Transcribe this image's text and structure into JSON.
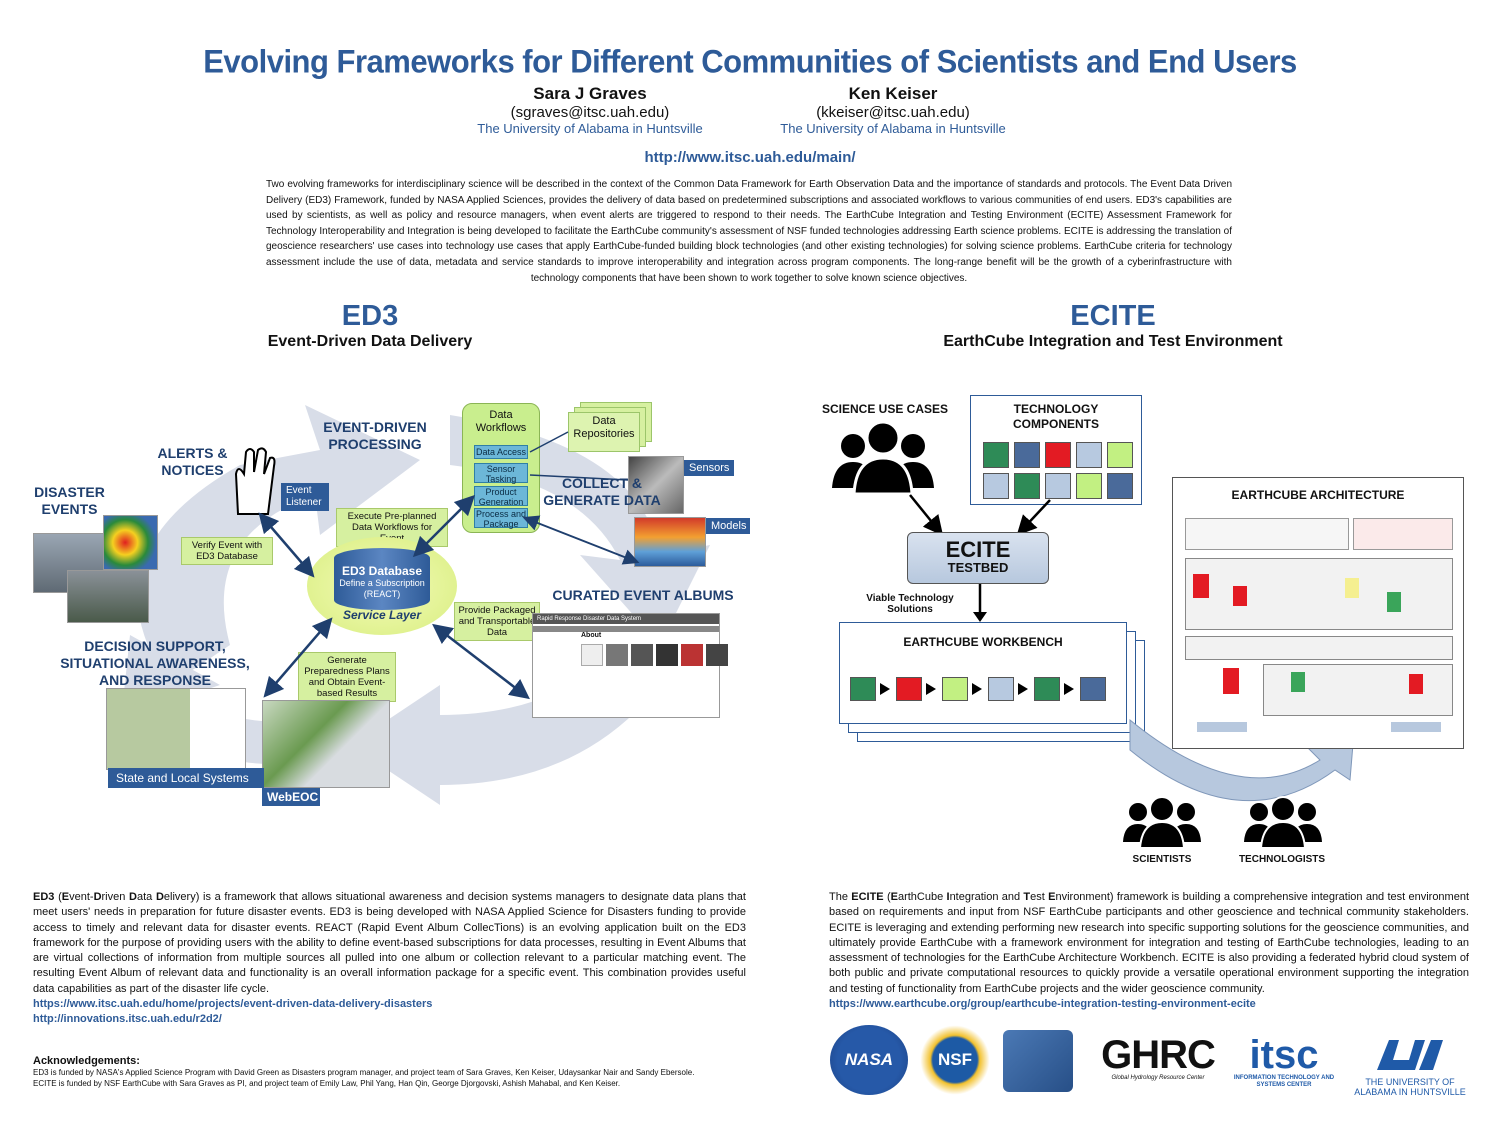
{
  "title": "Evolving Frameworks for Different Communities of Scientists and End Users",
  "authors": [
    {
      "name": "Sara J Graves",
      "email": "(sgraves@itsc.uah.edu)",
      "affiliation": "The University of Alabama in Huntsville"
    },
    {
      "name": "Ken Keiser",
      "email": "(kkeiser@itsc.uah.edu)",
      "affiliation": "The University of Alabama in Huntsville"
    }
  ],
  "url": "http://www.itsc.uah.edu/main/",
  "abstract": "Two evolving frameworks for interdisciplinary science will be described in the context of the Common Data Framework for Earth Observation Data and the importance of standards and protocols. The Event Data Driven Delivery (ED3) Framework, funded by NASA Applied Sciences, provides the delivery of data based on predetermined subscriptions and associated workflows to various communities of end users. ED3's capabilities are used by scientists, as well as policy and resource managers, when event alerts are triggered to respond to their needs. The EarthCube Integration and Testing Environment (ECITE) Assessment Framework for Technology Interoperability and Integration is being developed to facilitate the EarthCube community's assessment of NSF funded technologies addressing Earth science problems. ECITE is addressing the translation of geoscience researchers' use cases into technology use cases that apply EarthCube-funded building block technologies (and other existing technologies) for solving science problems. EarthCube criteria for technology assessment include the use of data, metadata and service standards to improve interoperability and integration across program components. The long-range benefit will be the growth of a cyberinfrastructure with technology components that have been shown to work together to solve known science objectives.",
  "ed3": {
    "heading": "ED3",
    "subheading": "Event-Driven Data Delivery",
    "diagram": {
      "disaster_events": "DISASTER EVENTS",
      "alerts": "ALERTS & NOTICES",
      "event_driven": "EVENT-DRIVEN PROCESSING",
      "event_listener": "Event Listener",
      "verify": "Verify Event with ED3 Database",
      "execute": "Execute Pre-planned Data Workflows for Event",
      "data_workflows": "Data Workflows",
      "wf_items": [
        "Data Access",
        "Sensor Tasking",
        "Product Generation",
        "Process and Package"
      ],
      "data_repositories": "Data Repositories",
      "sensors": "Sensors",
      "models": "Models",
      "collect": "COLLECT & GENERATE DATA",
      "db_title": "ED3 Database",
      "db_sub": "Define a Subscription (REACT)",
      "service_layer": "Service Layer",
      "provide": "Provide Packaged and Transportable Data",
      "curated": "CURATED EVENT ALBUMS",
      "album_header": "Rapid Response Disaster Data System",
      "album_about": "About",
      "decision": "DECISION SUPPORT, SITUATIONAL AWARENESS, AND RESPONSE",
      "generate": "Generate Preparedness Plans and Obtain Event-based Results",
      "state_local": "State and Local Systems",
      "webeoc": "WebEOC"
    },
    "body_parts": [
      {
        "t": "ED3",
        "b": true
      },
      {
        "t": " (",
        "b": false
      },
      {
        "t": "E",
        "b": true
      },
      {
        "t": "vent-",
        "b": false
      },
      {
        "t": "D",
        "b": true
      },
      {
        "t": "riven ",
        "b": false
      },
      {
        "t": "D",
        "b": true
      },
      {
        "t": "ata ",
        "b": false
      },
      {
        "t": "D",
        "b": true
      },
      {
        "t": "elivery) is a framework that allows situational awareness and decision systems managers to designate data plans that meet users' needs in preparation for future disaster events. ED3 is being developed with NASA Applied Science for Disasters funding to provide access to timely and relevant data for disaster events. REACT (Rapid Event Album CollecTions) is an evolving application built on the ED3 framework for the purpose of providing users with the ability to define event-based subscriptions for data processes, resulting in Event Albums that are virtual collections of information from multiple sources all pulled into one album or collection relevant to a particular matching event. The resulting Event Album of relevant data and functionality is an overall information package for a specific event. This combination provides useful data capabilities as part of the disaster life cycle.",
        "b": false
      }
    ],
    "links": [
      "https://www.itsc.uah.edu/home/projects/event-driven-data-delivery-disasters",
      "http://innovations.itsc.uah.edu/r2d2/"
    ]
  },
  "ecite": {
    "heading": "ECITE",
    "subheading": "EarthCube Integration and Test Environment",
    "diagram": {
      "science_use_cases": "SCIENCE USE CASES",
      "technology_components": "TECHNOLOGY COMPONENTS",
      "ecite": "ECITE",
      "testbed": "TESTBED",
      "viable": "Viable Technology Solutions",
      "workbench": "EARTHCUBE WORKBENCH",
      "architecture": "EARTHCUBE ARCHITECTURE",
      "scientists": "SCIENTISTS",
      "technologists": "TECHNOLOGISTS"
    },
    "colors": {
      "green": "#2e8b57",
      "navy": "#4a6a9a",
      "red": "#e31b23",
      "light_blue": "#b7c9e0",
      "lime": "#c2f082"
    },
    "tiles_row1": [
      "green",
      "navy",
      "red",
      "light_blue",
      "lime"
    ],
    "tiles_row2": [
      "light_blue",
      "green",
      "light_blue",
      "lime",
      "navy"
    ],
    "flow_tiles": [
      "green",
      "red",
      "lime",
      "light_blue",
      "green",
      "navy"
    ],
    "body_parts": [
      {
        "t": "The ",
        "b": false
      },
      {
        "t": "ECITE",
        "b": true
      },
      {
        "t": " (",
        "b": false
      },
      {
        "t": "E",
        "b": true
      },
      {
        "t": "arthCube ",
        "b": false
      },
      {
        "t": "I",
        "b": true
      },
      {
        "t": "ntegration and ",
        "b": false
      },
      {
        "t": "T",
        "b": true
      },
      {
        "t": "est ",
        "b": false
      },
      {
        "t": "E",
        "b": true
      },
      {
        "t": "nvironment) framework is building a comprehensive integration and test environment based on requirements and input from NSF EarthCube participants and other geoscience and technical community stakeholders. ECITE is leveraging and extending performing new research into specific supporting solutions for the geoscience communities, and ultimately provide EarthCube with a framework environment for integration and testing of EarthCube technologies, leading to an assessment of technologies for the EarthCube Architecture Workbench. ECITE is also providing a federated hybrid cloud system of both public and private computational resources to quickly provide a versatile operational environment supporting the integration and testing of functionality from EarthCube projects and the wider geoscience community.",
        "b": false
      }
    ],
    "link": "https://www.earthcube.org/group/earthcube-integration-testing-environment-ecite"
  },
  "acknowledgements": {
    "heading": "Acknowledgements:",
    "lines": [
      "ED3 is funded by NASA's Applied Science Program with David Green as Disasters program manager, and project team of Sara Graves, Ken Keiser, Udaysankar Nair and Sandy Ebersole.",
      "ECITE is funded by NSF EarthCube with Sara Graves as PI, and project team of Emily Law, Phil Yang, Han Qin, George Djorgovski, Ashish Mahabal, and Ken Keiser."
    ]
  },
  "logos": {
    "nasa": "NASA",
    "nsf": "NSF",
    "ghrc": "GHRC",
    "ghrc_sub": "Global Hydrology Resource Center",
    "itsc": "itsc",
    "itsc_sub": "INFORMATION TECHNOLOGY AND SYSTEMS CENTER",
    "uah_sub": "THE UNIVERSITY OF ALABAMA IN HUNTSVILLE"
  }
}
